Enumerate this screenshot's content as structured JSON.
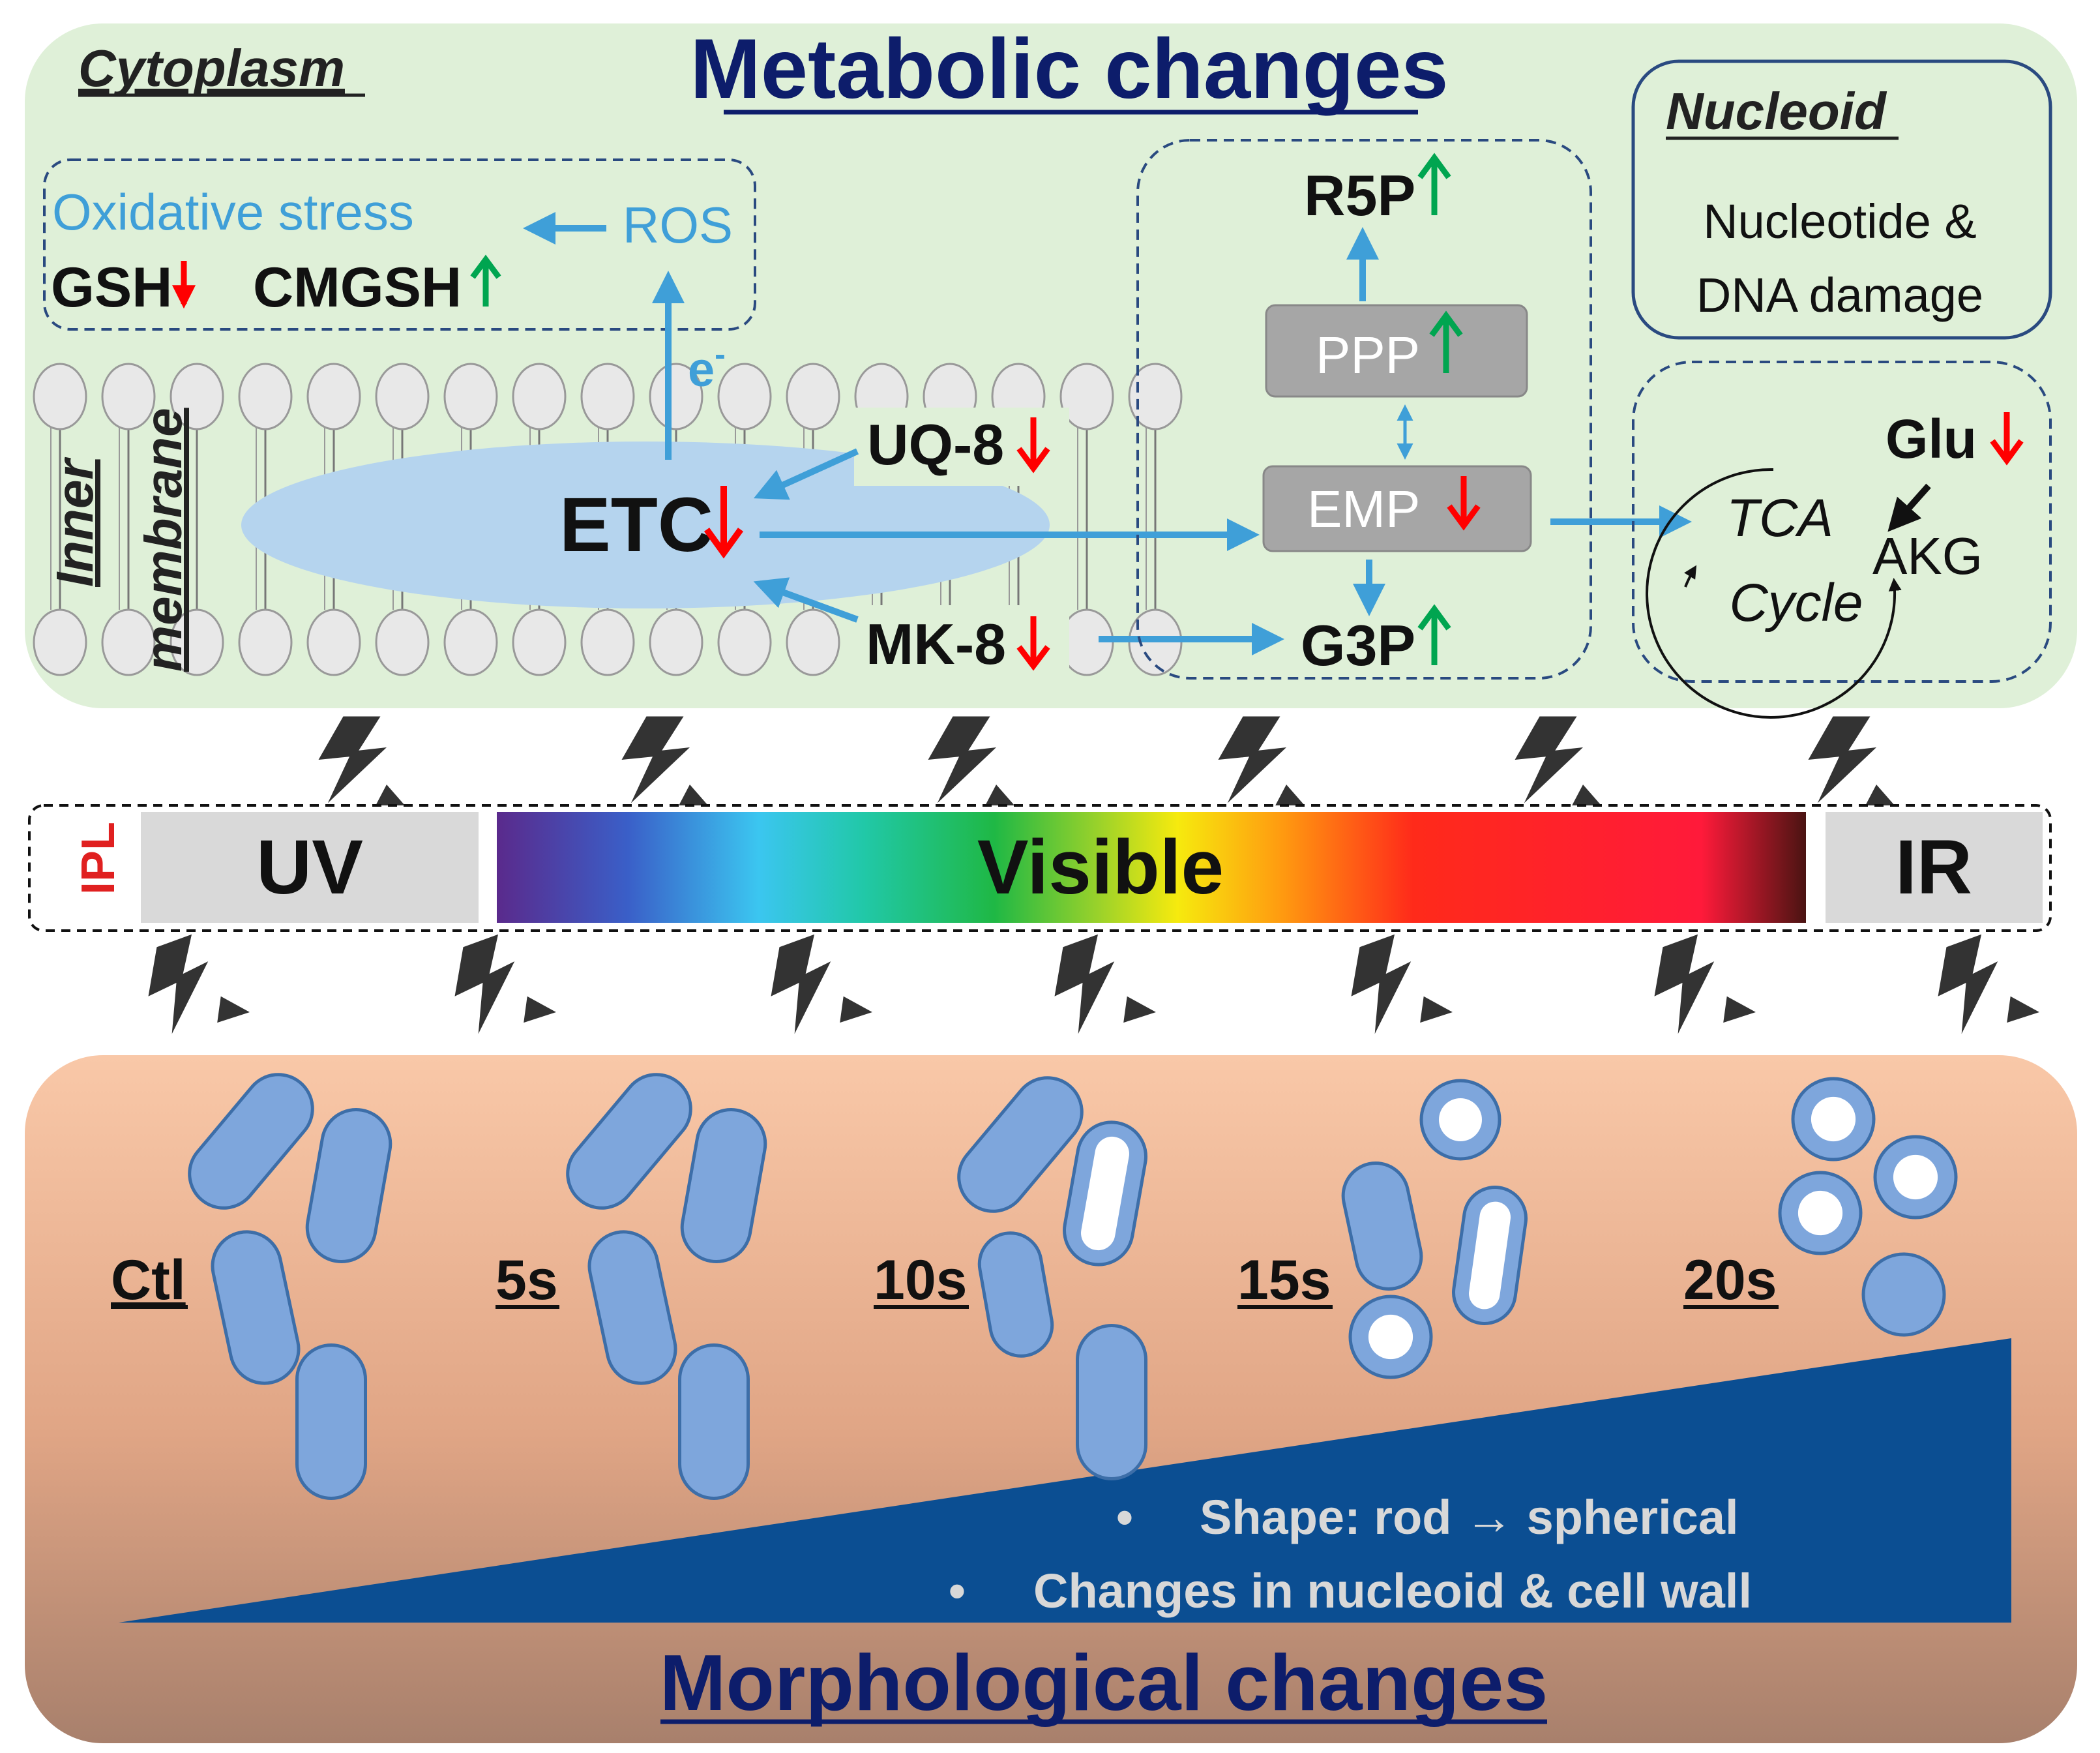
{
  "metabolic": {
    "title": "Metabolic changes",
    "cytoplasm_label": "Cytoplasm",
    "membrane_label_1": "Inner",
    "membrane_label_2": "membrane",
    "oxidative_stress": "Oxidative stress",
    "ros": "ROS",
    "gsh": "GSH",
    "cmgsh": "CMGSH",
    "electron": "e",
    "electron_sup": "-",
    "uq8": "UQ-8",
    "etc": "ETC",
    "mk8": "MK-8",
    "r5p": "R5P",
    "ppp": "PPP",
    "emp": "EMP",
    "g3p": "G3P",
    "nucleoid_title": "Nucleoid",
    "nucleoid_line1": "Nucleotide &",
    "nucleoid_line2": "DNA damage",
    "tca_line1": "TCA",
    "tca_line2": "Cycle",
    "glu": "Glu",
    "akg": "AKG"
  },
  "spectrum": {
    "ipl": "IPL",
    "uv": "UV",
    "visible": "Visible",
    "ir": "IR"
  },
  "morphology": {
    "title": "Morphological changes",
    "time_points": [
      "Ctl",
      "5s",
      "10s",
      "15s",
      "20s"
    ],
    "bullet_1": "Shape: rod → spherical",
    "bullet_2": "Changes in nucleoid & cell wall"
  },
  "colors": {
    "metabolic_bg": "#dff0d8",
    "morph_bg_top": "#f9c8a8",
    "morph_bg_bottom": "#a8806c",
    "title_navy": "#0d1d6b",
    "arrow_blue": "#3f9fd8",
    "cell_fill": "#7ea6dc",
    "cell_stroke": "#3d6ea8",
    "wedge": "#0b4e92",
    "down_red": "#ff0000",
    "up_green": "#00a550",
    "box_grey": "#a6a6a6"
  }
}
